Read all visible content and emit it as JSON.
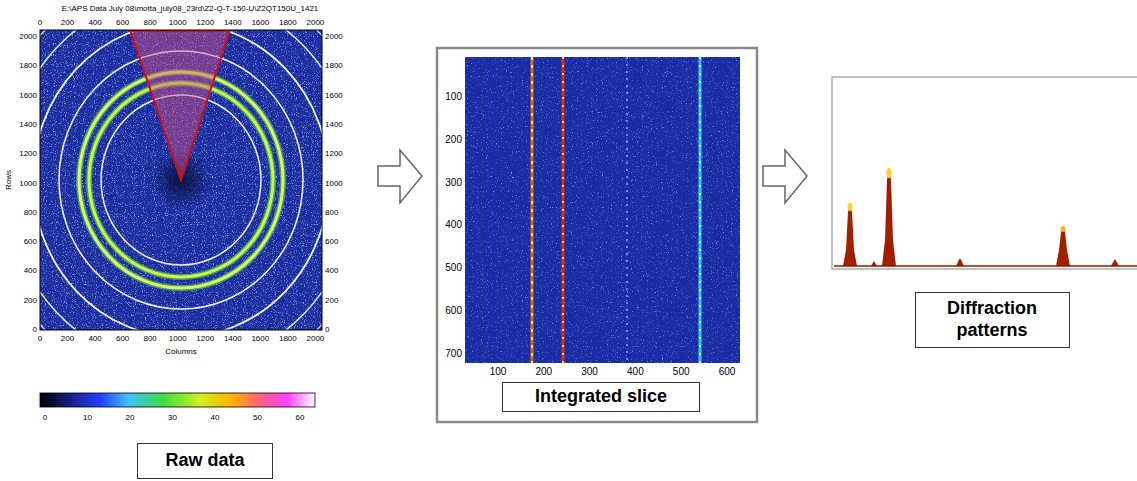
{
  "diagram": {
    "nodes": [
      {
        "text": [
          "Raw data"
        ]
      },
      {
        "text": [
          "Integrated slice"
        ]
      },
      {
        "text": [
          "Diffraction patterns"
        ]
      }
    ],
    "labels": [
      "E:\\APS Data July 08\\motta_july08_23rd\\Z2-Q-T-150-U\\Z2QT150U_1421",
      "0",
      "200",
      "400",
      "600",
      "800",
      "1000",
      "1200",
      "1400",
      "1600",
      "1800",
      "2000",
      "2000",
      "1800",
      "1600",
      "1400",
      "1200",
      "1000",
      "800",
      "600",
      "400",
      "200",
      "0",
      "2000",
      "1800",
      "1600",
      "1400",
      "1200",
      "1000",
      "800",
      "600",
      "400",
      "200",
      "0",
      "0",
      "200",
      "400",
      "600",
      "800",
      "1000",
      "1200",
      "1400",
      "1600",
      "1800",
      "2000",
      "Columns",
      "Rows",
      "0",
      "10",
      "20",
      "30",
      "40",
      "50",
      "60",
      "100",
      "200",
      "300",
      "400",
      "500",
      "600",
      "700",
      "100",
      "200",
      "300",
      "400",
      "500",
      "600"
    ]
  }
}
